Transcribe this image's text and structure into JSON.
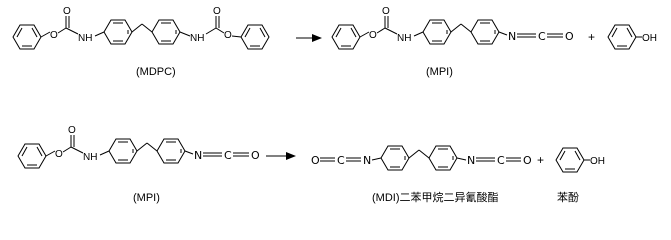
{
  "reaction_1": {
    "reactant_label": "(MDPC)",
    "product_label": "(MPI)",
    "plus": "+"
  },
  "reaction_2": {
    "reactant_label": "(MPI)",
    "product_label": "(MDI)二苯甲烷二异氰酸酯",
    "byproduct_label": "苯酚",
    "plus": "+"
  },
  "atoms": {
    "O": "O",
    "NH": "NH",
    "N": "N",
    "C": "C",
    "OH": "OH"
  }
}
